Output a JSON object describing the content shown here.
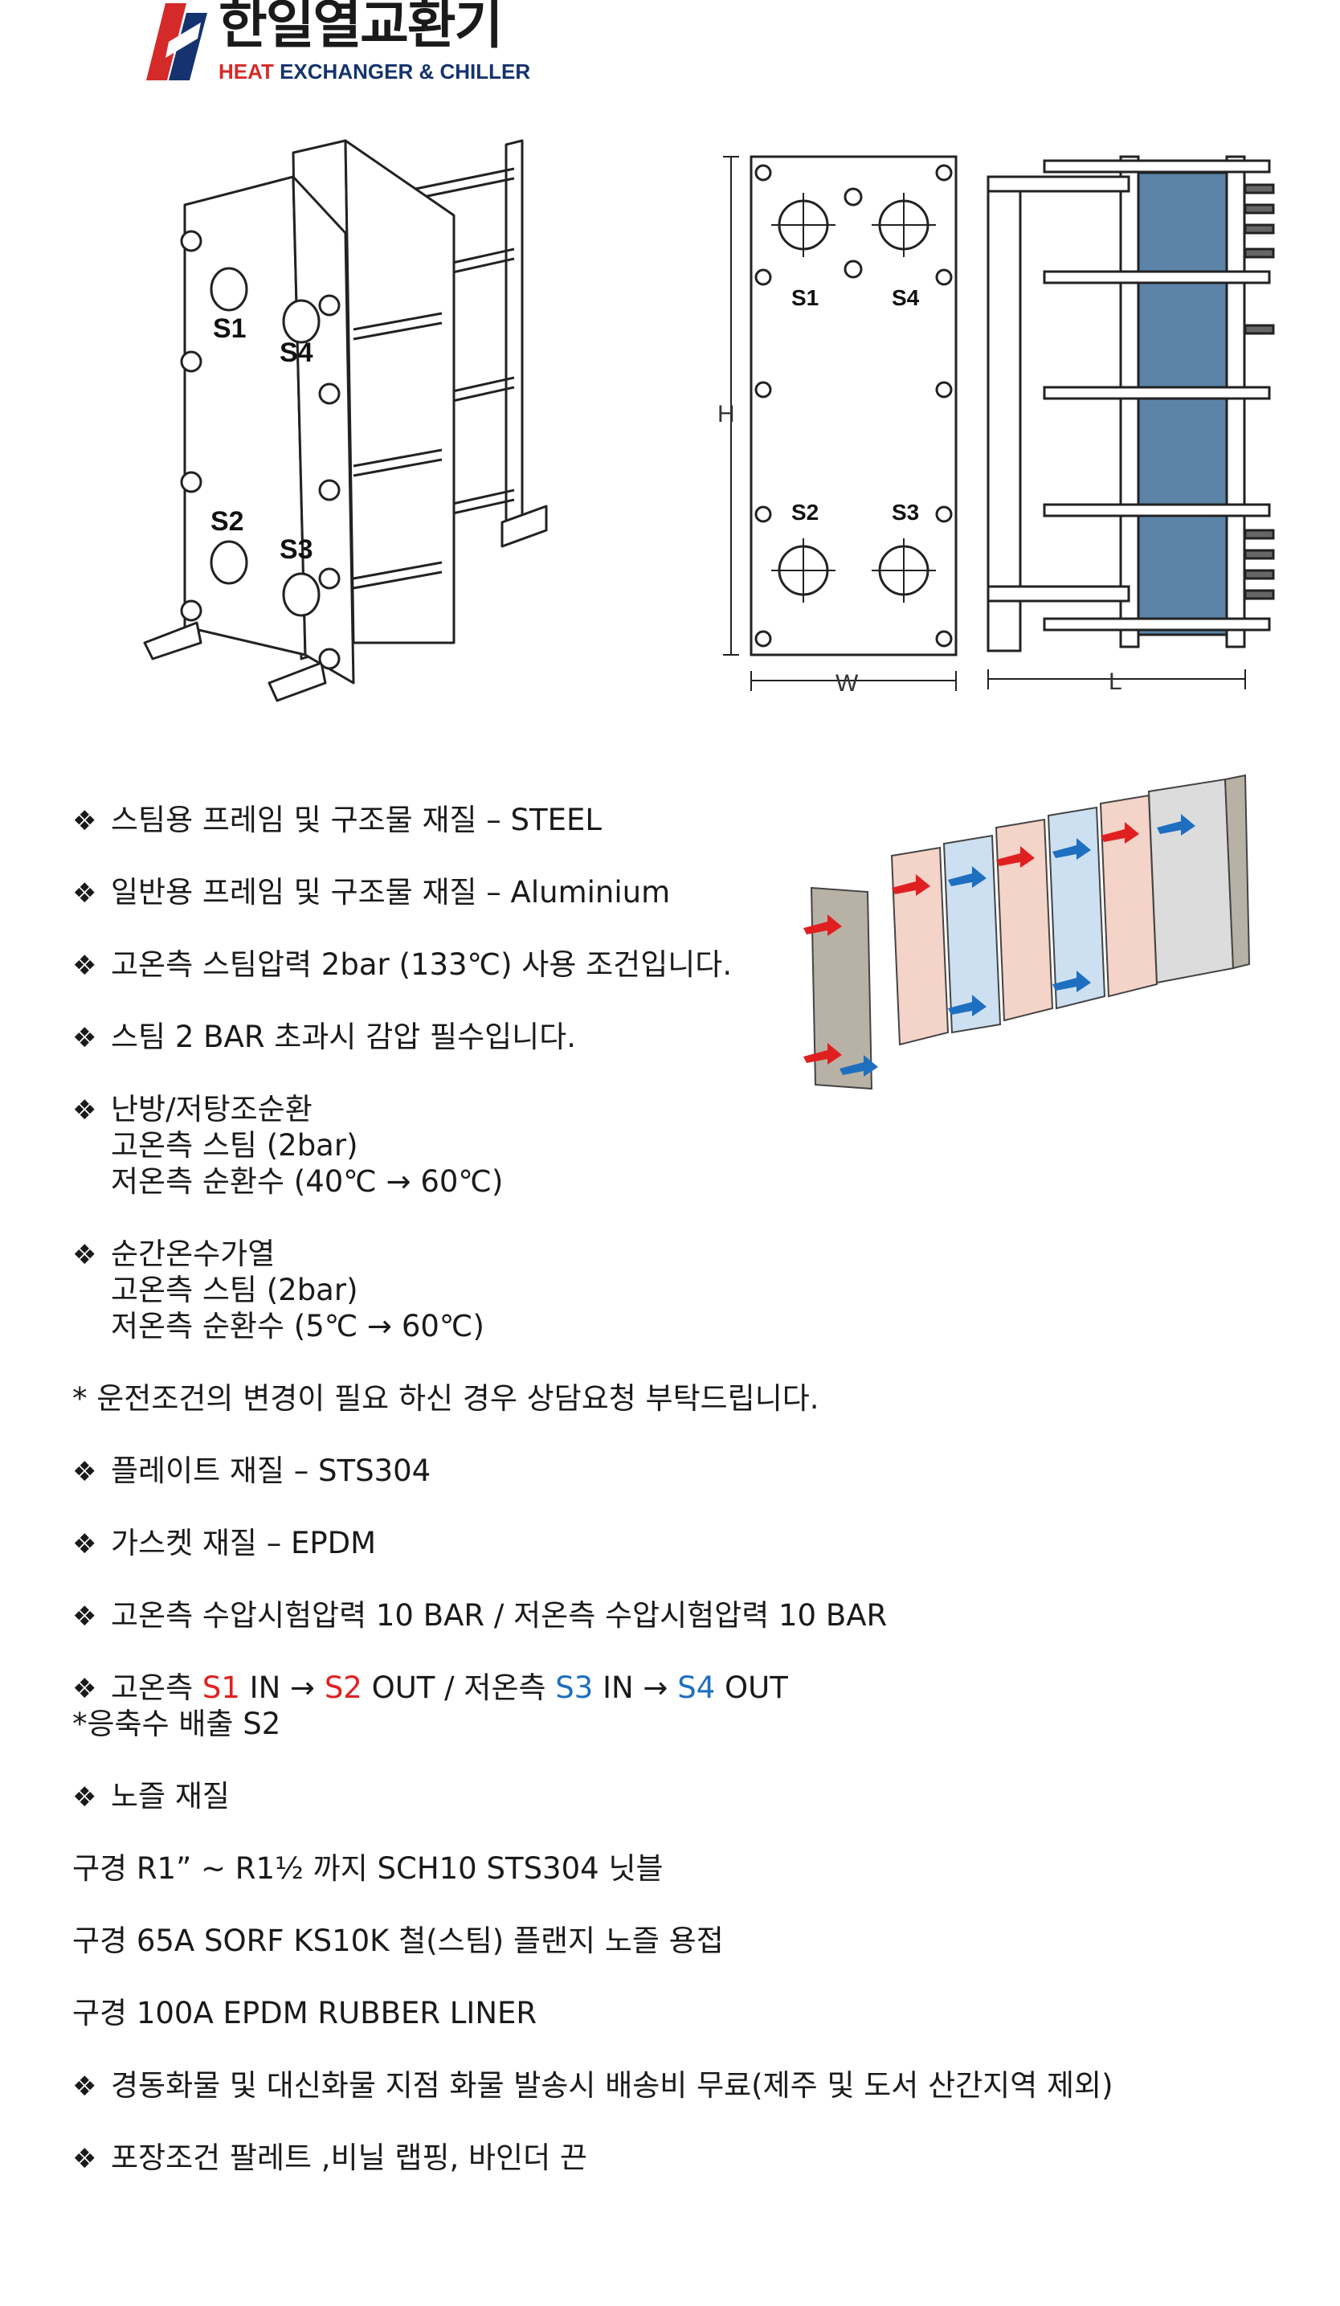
{
  "logo": {
    "name": "한일열교환기",
    "sub_prefix": "HEAT",
    "sub_rest": " EXCHANGER & CHILLER"
  },
  "figure_labels": {
    "iso_s1": "S1",
    "iso_s4": "S4",
    "iso_s2": "S2",
    "iso_s3": "S3",
    "front_s1": "S1",
    "front_s4": "S4",
    "front_s2": "S2",
    "front_s3": "S3",
    "dim_h": "H",
    "dim_w": "W",
    "dim_l": "L"
  },
  "colors": {
    "plate_blue": "#5b84a8",
    "hot_red": "#e02020",
    "cold_blue": "#1e6fc0",
    "frame_gray": "#b8b2a6"
  },
  "bullet_symbol": "❖",
  "specs": {
    "frame_steam": "스팀용 프레임 및 구조물 재질 – STEEL",
    "frame_general": "일반용 프레임 및 구조물 재질 – Aluminium",
    "steam_pressure": "고온측 스팀압력 2bar (133℃) 사용 조건입니다.",
    "pressure_limit": "스팀 2 BAR 초과시 감압 필수입니다.",
    "heating_title": "난방/저탕조순환",
    "heating_hot": "고온측 스팀 (2bar)",
    "heating_cold": "저온측 순환수 (40℃ → 60℃)",
    "instant_title": "순간온수가열",
    "instant_hot": "고온측 스팀 (2bar)",
    "instant_cold": "저온측 순환수 (5℃ → 60℃)",
    "note_consult": "* 운전조건의 변경이 필요 하신 경우 상담요청 부탁드립니다.",
    "plate_material": "플레이트 재질 – STS304",
    "gasket_material": "가스켓 재질 – EPDM",
    "test_pressure": "고온측 수압시험압력 10 BAR / 저온측 수압시험압력 10 BAR",
    "flow_hot_prefix": "고온측 ",
    "flow_s1": "S1",
    "flow_in1": " IN → ",
    "flow_s2": "S2",
    "flow_mid": " OUT  /  저온측 ",
    "flow_s3": "S3",
    "flow_in2": " IN → ",
    "flow_s4": "S4",
    "flow_out": " OUT",
    "condensate": "*응축수 배출 S2",
    "nozzle_title": "노즐 재질",
    "nozzle_1": "구경 R1” ~ R1½ 까지 SCH10 STS304 닛블",
    "nozzle_2": "구경 65A SORF KS10K 철(스팀) 플랜지 노즐 용접",
    "nozzle_3": "구경 100A EPDM RUBBER LINER",
    "shipping": "경동화물 및 대신화물 지점 화물 발송시 배송비 무료(제주 및 도서 산간지역 제외)",
    "packing": "포장조건 팔레트 ,비닐 랩핑, 바인더 끈"
  }
}
